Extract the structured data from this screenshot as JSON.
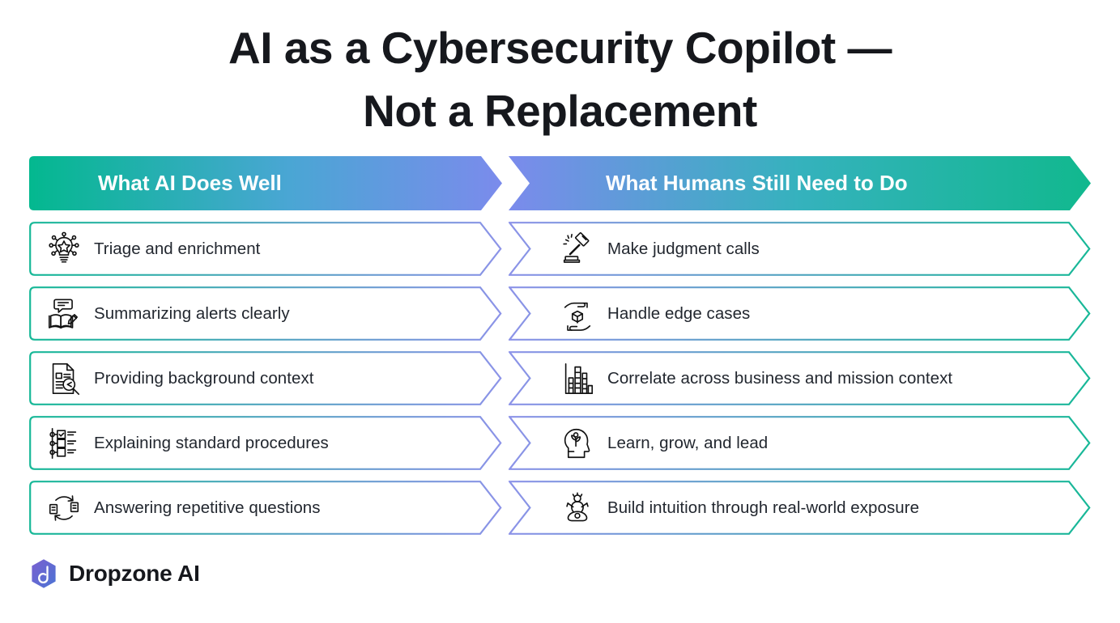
{
  "title": {
    "line1": "AI as a Cybersecurity Copilot —",
    "line2": "Not a Replacement"
  },
  "columns": {
    "left_header": "What AI Does Well",
    "right_header": "What Humans Still Need to Do"
  },
  "rows": [
    {
      "left": {
        "label": "Triage and enrichment",
        "icon": "lightbulb-star-icon"
      },
      "right": {
        "label": "Make judgment calls",
        "icon": "gavel-icon"
      }
    },
    {
      "left": {
        "label": "Summarizing alerts clearly",
        "icon": "book-speech-pencil-icon"
      },
      "right": {
        "label": "Handle edge cases",
        "icon": "hand-holding-cube-icon"
      }
    },
    {
      "left": {
        "label": "Providing background context",
        "icon": "document-magnifier-icon"
      },
      "right": {
        "label": "Correlate across business and mission context",
        "icon": "bar-chart-icon"
      }
    },
    {
      "left": {
        "label": "Explaining standard procedures",
        "icon": "checklist-flow-icon"
      },
      "right": {
        "label": "Learn, grow, and lead",
        "icon": "head-plant-growth-icon"
      }
    },
    {
      "left": {
        "label": "Answering repetitive questions",
        "icon": "cycle-arrows-icon"
      },
      "right": {
        "label": "Build intuition through real-world exposure",
        "icon": "meditating-person-icon"
      }
    }
  ],
  "footer": {
    "brand": "Dropzone AI",
    "logo_icon": "dropzone-hexagon-logo"
  },
  "colors": {
    "teal": "#0bb894",
    "teal_bright": "#11b88e",
    "periwinkle": "#7b8bec",
    "row_border_teal": "#17b897",
    "row_border_purple": "#8c93e8",
    "text_dark": "#1e2430",
    "header_text": "#ffffff"
  }
}
